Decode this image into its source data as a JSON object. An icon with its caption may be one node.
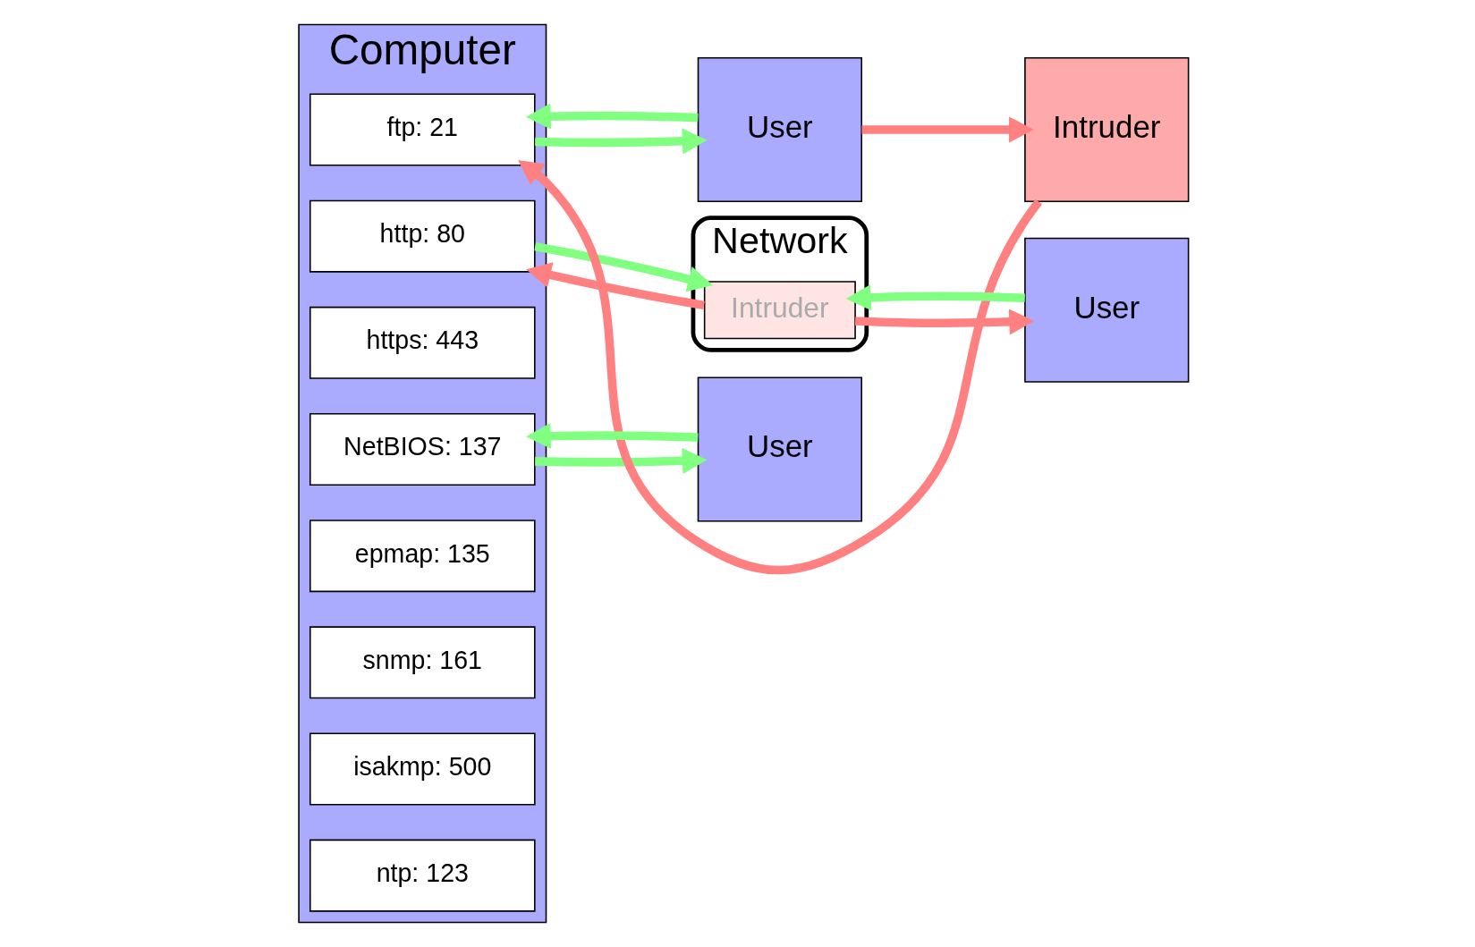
{
  "diagram": {
    "nodes": [
      {
        "text": [
          "Computer"
        ]
      },
      {
        "text": [
          "ftp: 21"
        ],
        "in": 0
      },
      {
        "text": [
          "http: 80"
        ],
        "in": 0
      },
      {
        "text": [
          "https: 443"
        ],
        "in": 0
      },
      {
        "text": [
          "NetBIOS: 137"
        ],
        "in": 0
      },
      {
        "text": [
          "epmap: 135"
        ],
        "in": 0
      },
      {
        "text": [
          "snmp: 161"
        ],
        "in": 0
      },
      {
        "text": [
          "isakmp: 500"
        ],
        "in": 0
      },
      {
        "text": [
          "ntp: 123"
        ],
        "in": 0
      },
      {
        "text": [
          "Intruder"
        ]
      },
      {
        "text": [
          "Network"
        ]
      },
      {
        "text": [
          "Intruder"
        ],
        "in": 10
      },
      {
        "text": [
          "User"
        ]
      },
      {
        "text": [
          "User"
        ]
      },
      {
        "text": [
          "User"
        ]
      }
    ],
    "edges": [
      {
        "from": 9,
        "to": 1,
        "arrow": "to",
        "color": "#ff8080"
      },
      {
        "from": 12,
        "to": 1,
        "arrow": "to"
      },
      {
        "from": 1,
        "to": 12,
        "arrow": "to"
      },
      {
        "from": 12,
        "to": 9,
        "arrow": "to",
        "color": "#ff8080"
      },
      {
        "from": 11,
        "to": 2,
        "arrow": "to",
        "color": "#ff8080"
      },
      {
        "from": 2,
        "to": 11,
        "arrow": "to"
      },
      {
        "from": 13,
        "to": 11,
        "arrow": "to"
      },
      {
        "from": 11,
        "to": 13,
        "arrow": "to",
        "color": "#ff8080"
      },
      {
        "from": 14,
        "to": 4,
        "arrow": "to"
      },
      {
        "from": 4,
        "to": 14,
        "arrow": "to"
      }
    ]
  }
}
